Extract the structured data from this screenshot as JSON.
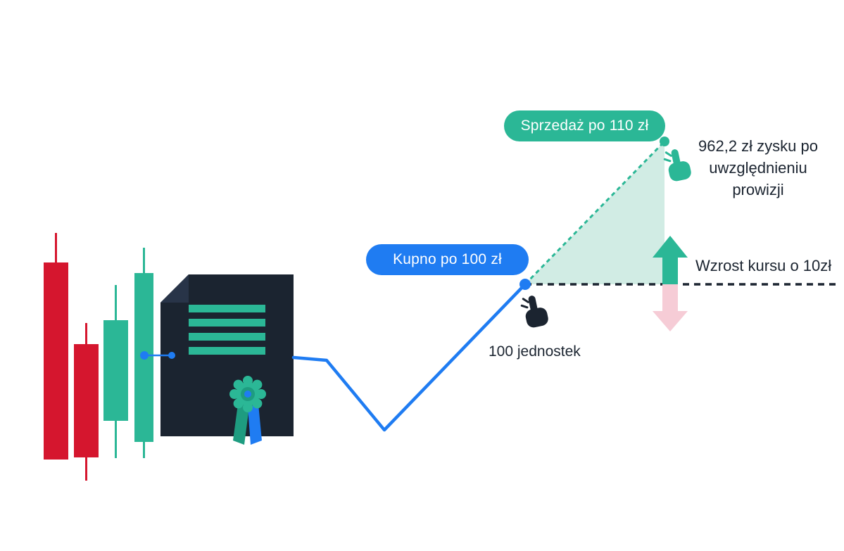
{
  "badges": {
    "buy": "Kupno po 100 zł",
    "sell": "Sprzedaż po 110 zł"
  },
  "labels": {
    "profit_lines": [
      "962,2 zł zysku po",
      "uwzględnieniu",
      "prowizji"
    ],
    "price_rise": "Wzrost kursu o 10zł",
    "units": "100 jednostek"
  },
  "colors": {
    "blue": "#1f7cf2",
    "teal": "#2bb796",
    "teal_dark": "#1e9c80",
    "red": "#d5162e",
    "navy": "#1b2430",
    "navy_light": "#283448",
    "pink": "#f6ccd6",
    "light_teal": "#c9e9df"
  }
}
